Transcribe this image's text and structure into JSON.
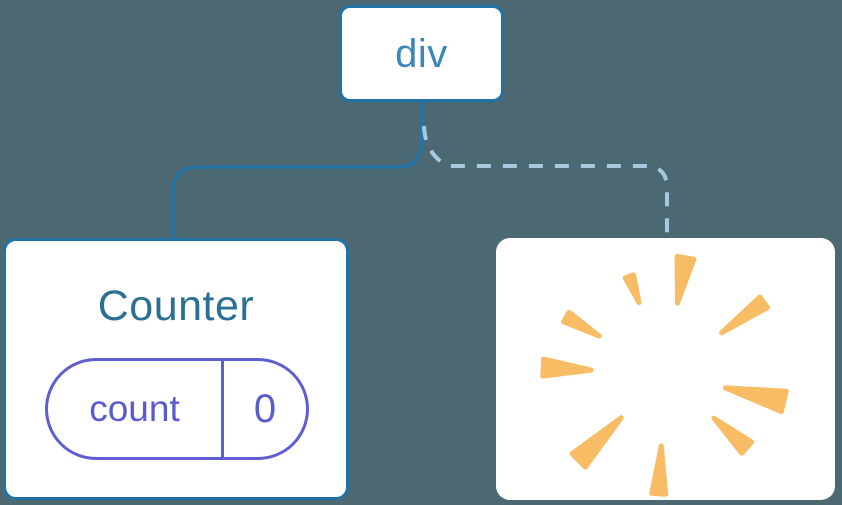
{
  "diagram": {
    "description": "React component tree: div parent keeps Counter child (solid edge) while another child is removed (dashed edge to poof)",
    "root": {
      "label": "div"
    },
    "edges": [
      {
        "to": "counter",
        "style": "solid"
      },
      {
        "to": "removed",
        "style": "dashed"
      }
    ],
    "children": [
      {
        "title": "Counter",
        "state": {
          "key": "count",
          "value": "0"
        }
      },
      {
        "icon": "poof"
      }
    ]
  },
  "colors": {
    "background": "#4c6973",
    "card_background": "#ffffff",
    "node_border": "#2273a5",
    "solid_edge": "#2474a6",
    "dashed_edge": "#a8c8de",
    "root_label": "#3a87b8",
    "counter_title": "#2b7094",
    "state_pill": "#5e5ed2",
    "poof_orange": "#f8bc64"
  }
}
